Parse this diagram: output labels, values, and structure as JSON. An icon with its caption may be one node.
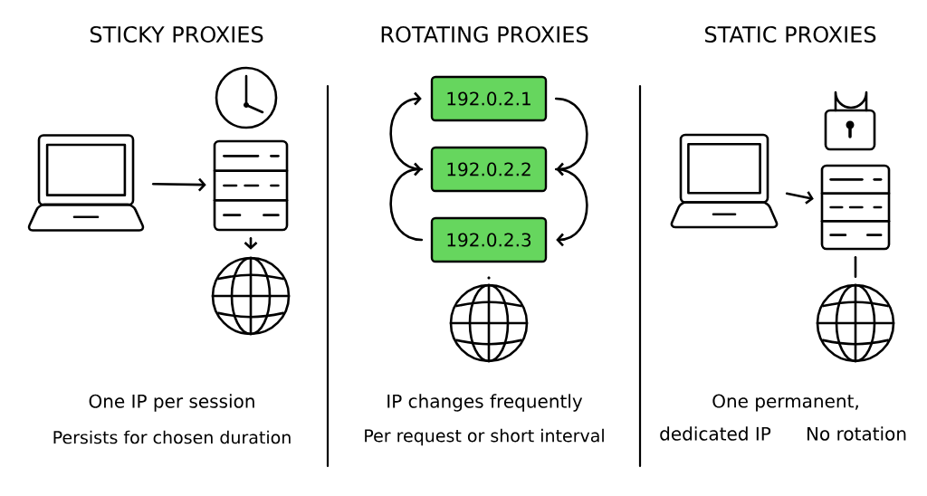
{
  "diagram": {
    "nodes": [
      {
        "text": [],
        "shape": "laptop"
      },
      {
        "text": [],
        "shape": "server"
      },
      {
        "text": [],
        "shape": "globe"
      },
      {
        "text": [
          "192.0.2.1"
        ]
      },
      {
        "text": [
          "192.0.2.2"
        ]
      },
      {
        "text": [
          "192.0.2.3"
        ]
      },
      {
        "text": [],
        "shape": "globe"
      },
      {
        "text": [],
        "shape": "laptop"
      },
      {
        "text": [],
        "shape": "server"
      },
      {
        "text": [],
        "shape": "globe"
      }
    ],
    "edges": [
      {
        "from": 0,
        "to": 1,
        "arrow": "to"
      },
      {
        "from": 1,
        "to": 2,
        "arrow": "to"
      },
      {
        "from": 4,
        "to": 3,
        "arrow": "to"
      },
      {
        "from": 3,
        "to": 4,
        "arrow": "to"
      },
      {
        "from": 5,
        "to": 4,
        "arrow": "to"
      },
      {
        "from": 4,
        "to": 5,
        "arrow": "to"
      },
      {
        "from": 7,
        "to": 8,
        "arrow": "to"
      },
      {
        "from": 8,
        "to": 9,
        "arrow": "none"
      }
    ],
    "labels": [
      "STICKY PROXIES",
      "One IP per session",
      "Persists for chosen duration",
      "ROTATING PROXIES",
      "IP changes frequently",
      "Per request or short interval",
      "STATIC PROXIES",
      "One permanent,",
      "dedicated IP",
      "No rotation"
    ]
  }
}
